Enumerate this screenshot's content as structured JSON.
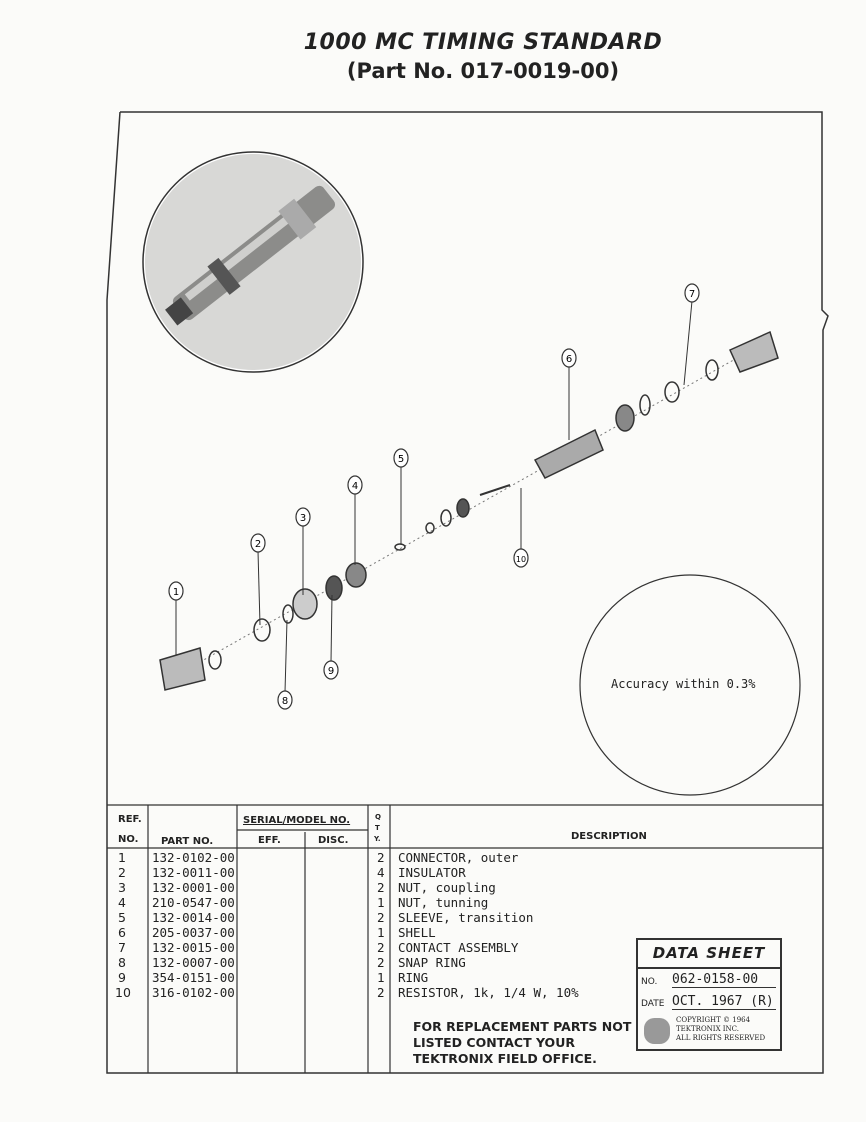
{
  "header": {
    "title": "1000 MC TIMING STANDARD",
    "part_number": "(Part No. 017-0019-00)"
  },
  "diagram": {
    "callouts": [
      "1",
      "2",
      "3",
      "4",
      "5",
      "6",
      "7",
      "8",
      "9",
      "10"
    ],
    "note": "Accuracy within 0.3%"
  },
  "table": {
    "headers": {
      "ref": "REF.",
      "no": "NO.",
      "part_no": "PART NO.",
      "serial_model": "SERIAL/MODEL NO.",
      "eff": "EFF.",
      "disc": "DISC.",
      "qty": [
        "Q",
        "T",
        "Y."
      ],
      "description": "DESCRIPTION"
    },
    "rows": [
      {
        "ref": "1",
        "part": "132-0102-00",
        "qty": "2",
        "desc": "CONNECTOR, outer"
      },
      {
        "ref": "2",
        "part": "132-0011-00",
        "qty": "4",
        "desc": "INSULATOR"
      },
      {
        "ref": "3",
        "part": "132-0001-00",
        "qty": "2",
        "desc": "NUT, coupling"
      },
      {
        "ref": "4",
        "part": "210-0547-00",
        "qty": "1",
        "desc": "NUT, tunning"
      },
      {
        "ref": "5",
        "part": "132-0014-00",
        "qty": "2",
        "desc": "SLEEVE, transition"
      },
      {
        "ref": "6",
        "part": "205-0037-00",
        "qty": "1",
        "desc": "SHELL"
      },
      {
        "ref": "7",
        "part": "132-0015-00",
        "qty": "2",
        "desc": "CONTACT ASSEMBLY"
      },
      {
        "ref": "8",
        "part": "132-0007-00",
        "qty": "2",
        "desc": "SNAP RING"
      },
      {
        "ref": "9",
        "part": "354-0151-00",
        "qty": "1",
        "desc": "RING"
      },
      {
        "ref": "10",
        "part": "316-0102-00",
        "qty": "2",
        "desc": "RESISTOR, 1k, 1/4 W, 10%"
      }
    ]
  },
  "footer_note": "FOR REPLACEMENT PARTS NOT LISTED CONTACT YOUR TEKTRONIX FIELD OFFICE.",
  "data_sheet": {
    "title": "DATA SHEET",
    "no_label": "NO.",
    "no": "062-0158-00",
    "date_label": "DATE",
    "date": "OCT. 1967 (R)",
    "copyright": "COPYRIGHT © 1964",
    "company": "TEKTRONIX INC.",
    "rights": "ALL RIGHTS RESERVED"
  }
}
